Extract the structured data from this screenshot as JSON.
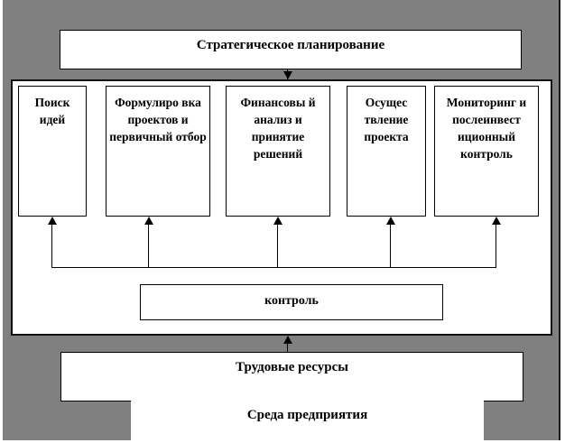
{
  "diagram": {
    "title_box": {
      "label": "Стратегическое планирование"
    },
    "stages": [
      {
        "id": "search-ideas",
        "label": "Поиск идей"
      },
      {
        "id": "formulation",
        "label": "Формулиро вка проектов и первичный отбор"
      },
      {
        "id": "financial-analysis",
        "label": "Финансовы й анализ и принятие решений"
      },
      {
        "id": "implementation",
        "label": "Осущес твление проекта"
      },
      {
        "id": "monitoring",
        "label": "Мониторинг и послеинвест иционный контроль"
      }
    ],
    "control_box": {
      "label": "контроль"
    },
    "labor_box": {
      "label": "Трудовые ресурсы"
    },
    "environment_box": {
      "label": "Среда предприятия"
    },
    "colors": {
      "backdrop": "#808080",
      "box_fill": "#ffffff",
      "line": "#000000"
    }
  }
}
